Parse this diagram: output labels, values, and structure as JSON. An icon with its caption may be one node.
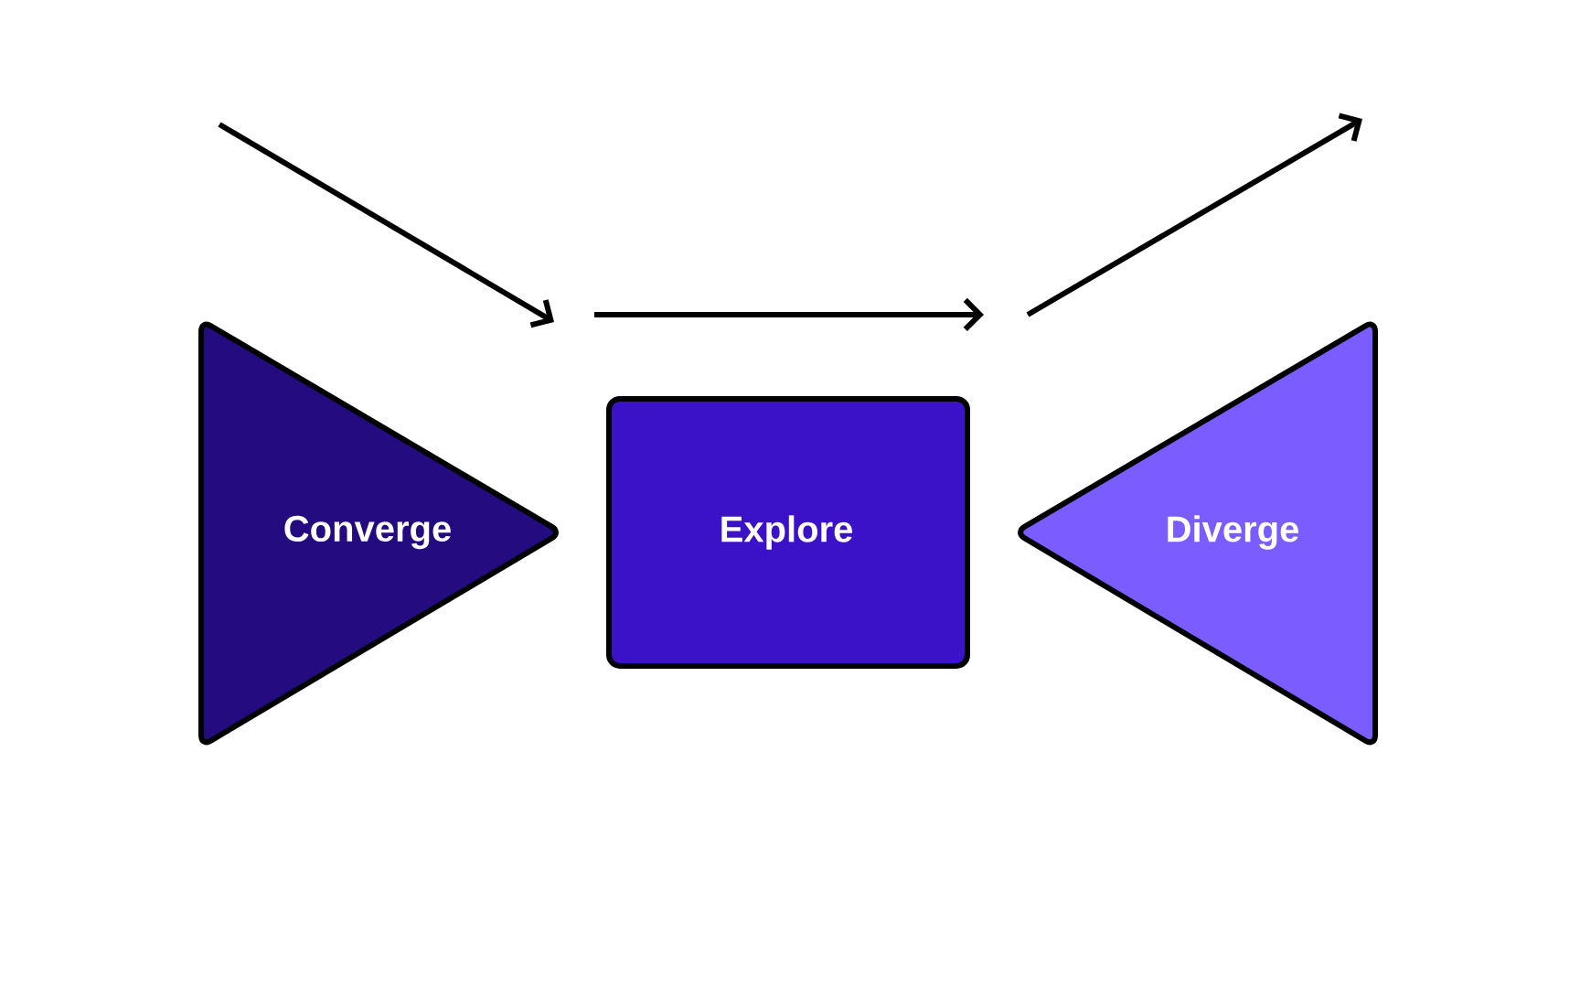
{
  "diagram": {
    "nodes": [
      {
        "text": [
          "Converge"
        ]
      },
      {
        "text": [
          "Explore"
        ]
      },
      {
        "text": [
          "Diverge"
        ]
      }
    ]
  }
}
